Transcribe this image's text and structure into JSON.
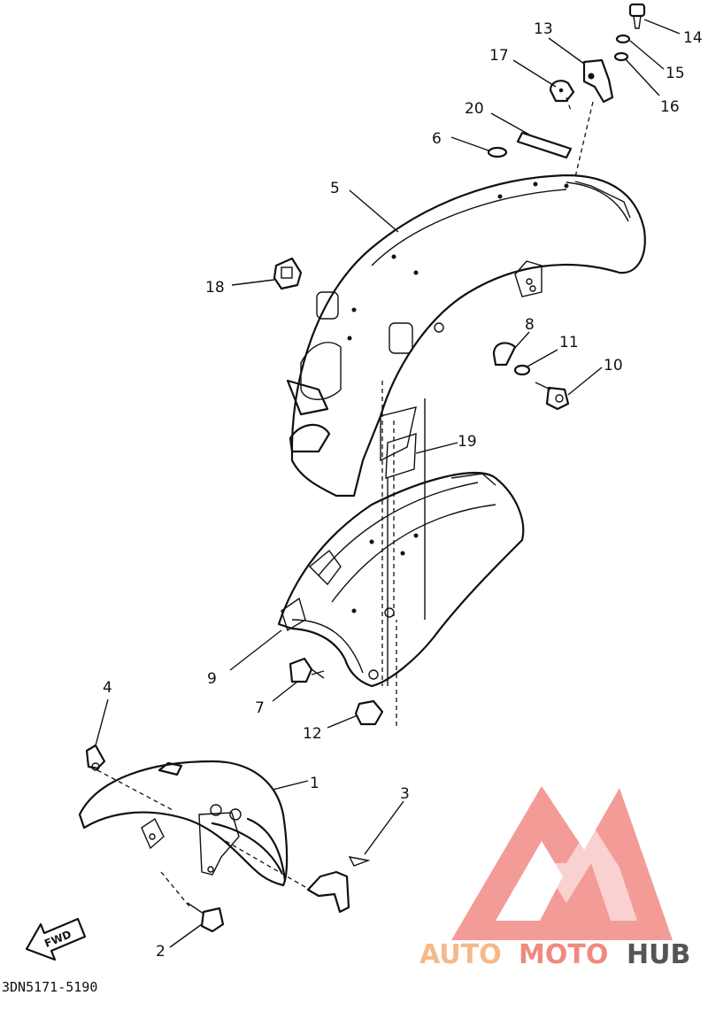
{
  "diagram": {
    "callouts": [
      {
        "id": "1",
        "label": "1"
      },
      {
        "id": "2",
        "label": "2"
      },
      {
        "id": "3",
        "label": "3"
      },
      {
        "id": "4",
        "label": "4"
      },
      {
        "id": "5",
        "label": "5"
      },
      {
        "id": "6",
        "label": "6"
      },
      {
        "id": "7",
        "label": "7"
      },
      {
        "id": "8",
        "label": "8"
      },
      {
        "id": "9",
        "label": "9"
      },
      {
        "id": "10",
        "label": "10"
      },
      {
        "id": "11",
        "label": "11"
      },
      {
        "id": "12",
        "label": "12"
      },
      {
        "id": "13",
        "label": "13"
      },
      {
        "id": "14",
        "label": "14"
      },
      {
        "id": "15",
        "label": "15"
      },
      {
        "id": "16",
        "label": "16"
      },
      {
        "id": "17",
        "label": "17"
      },
      {
        "id": "18",
        "label": "18"
      },
      {
        "id": "19",
        "label": "19"
      },
      {
        "id": "20",
        "label": "20"
      }
    ],
    "fwd_label": "FWD",
    "figure_code": "3DN5171-5190"
  },
  "watermark": {
    "part1": "AUTO",
    "part2": "MOTO",
    "part3": "HUB",
    "color_light": "#f5b98a",
    "color_accent": "#f08a7e",
    "color_dark": "#555555",
    "logo_color": "#f28b86"
  }
}
